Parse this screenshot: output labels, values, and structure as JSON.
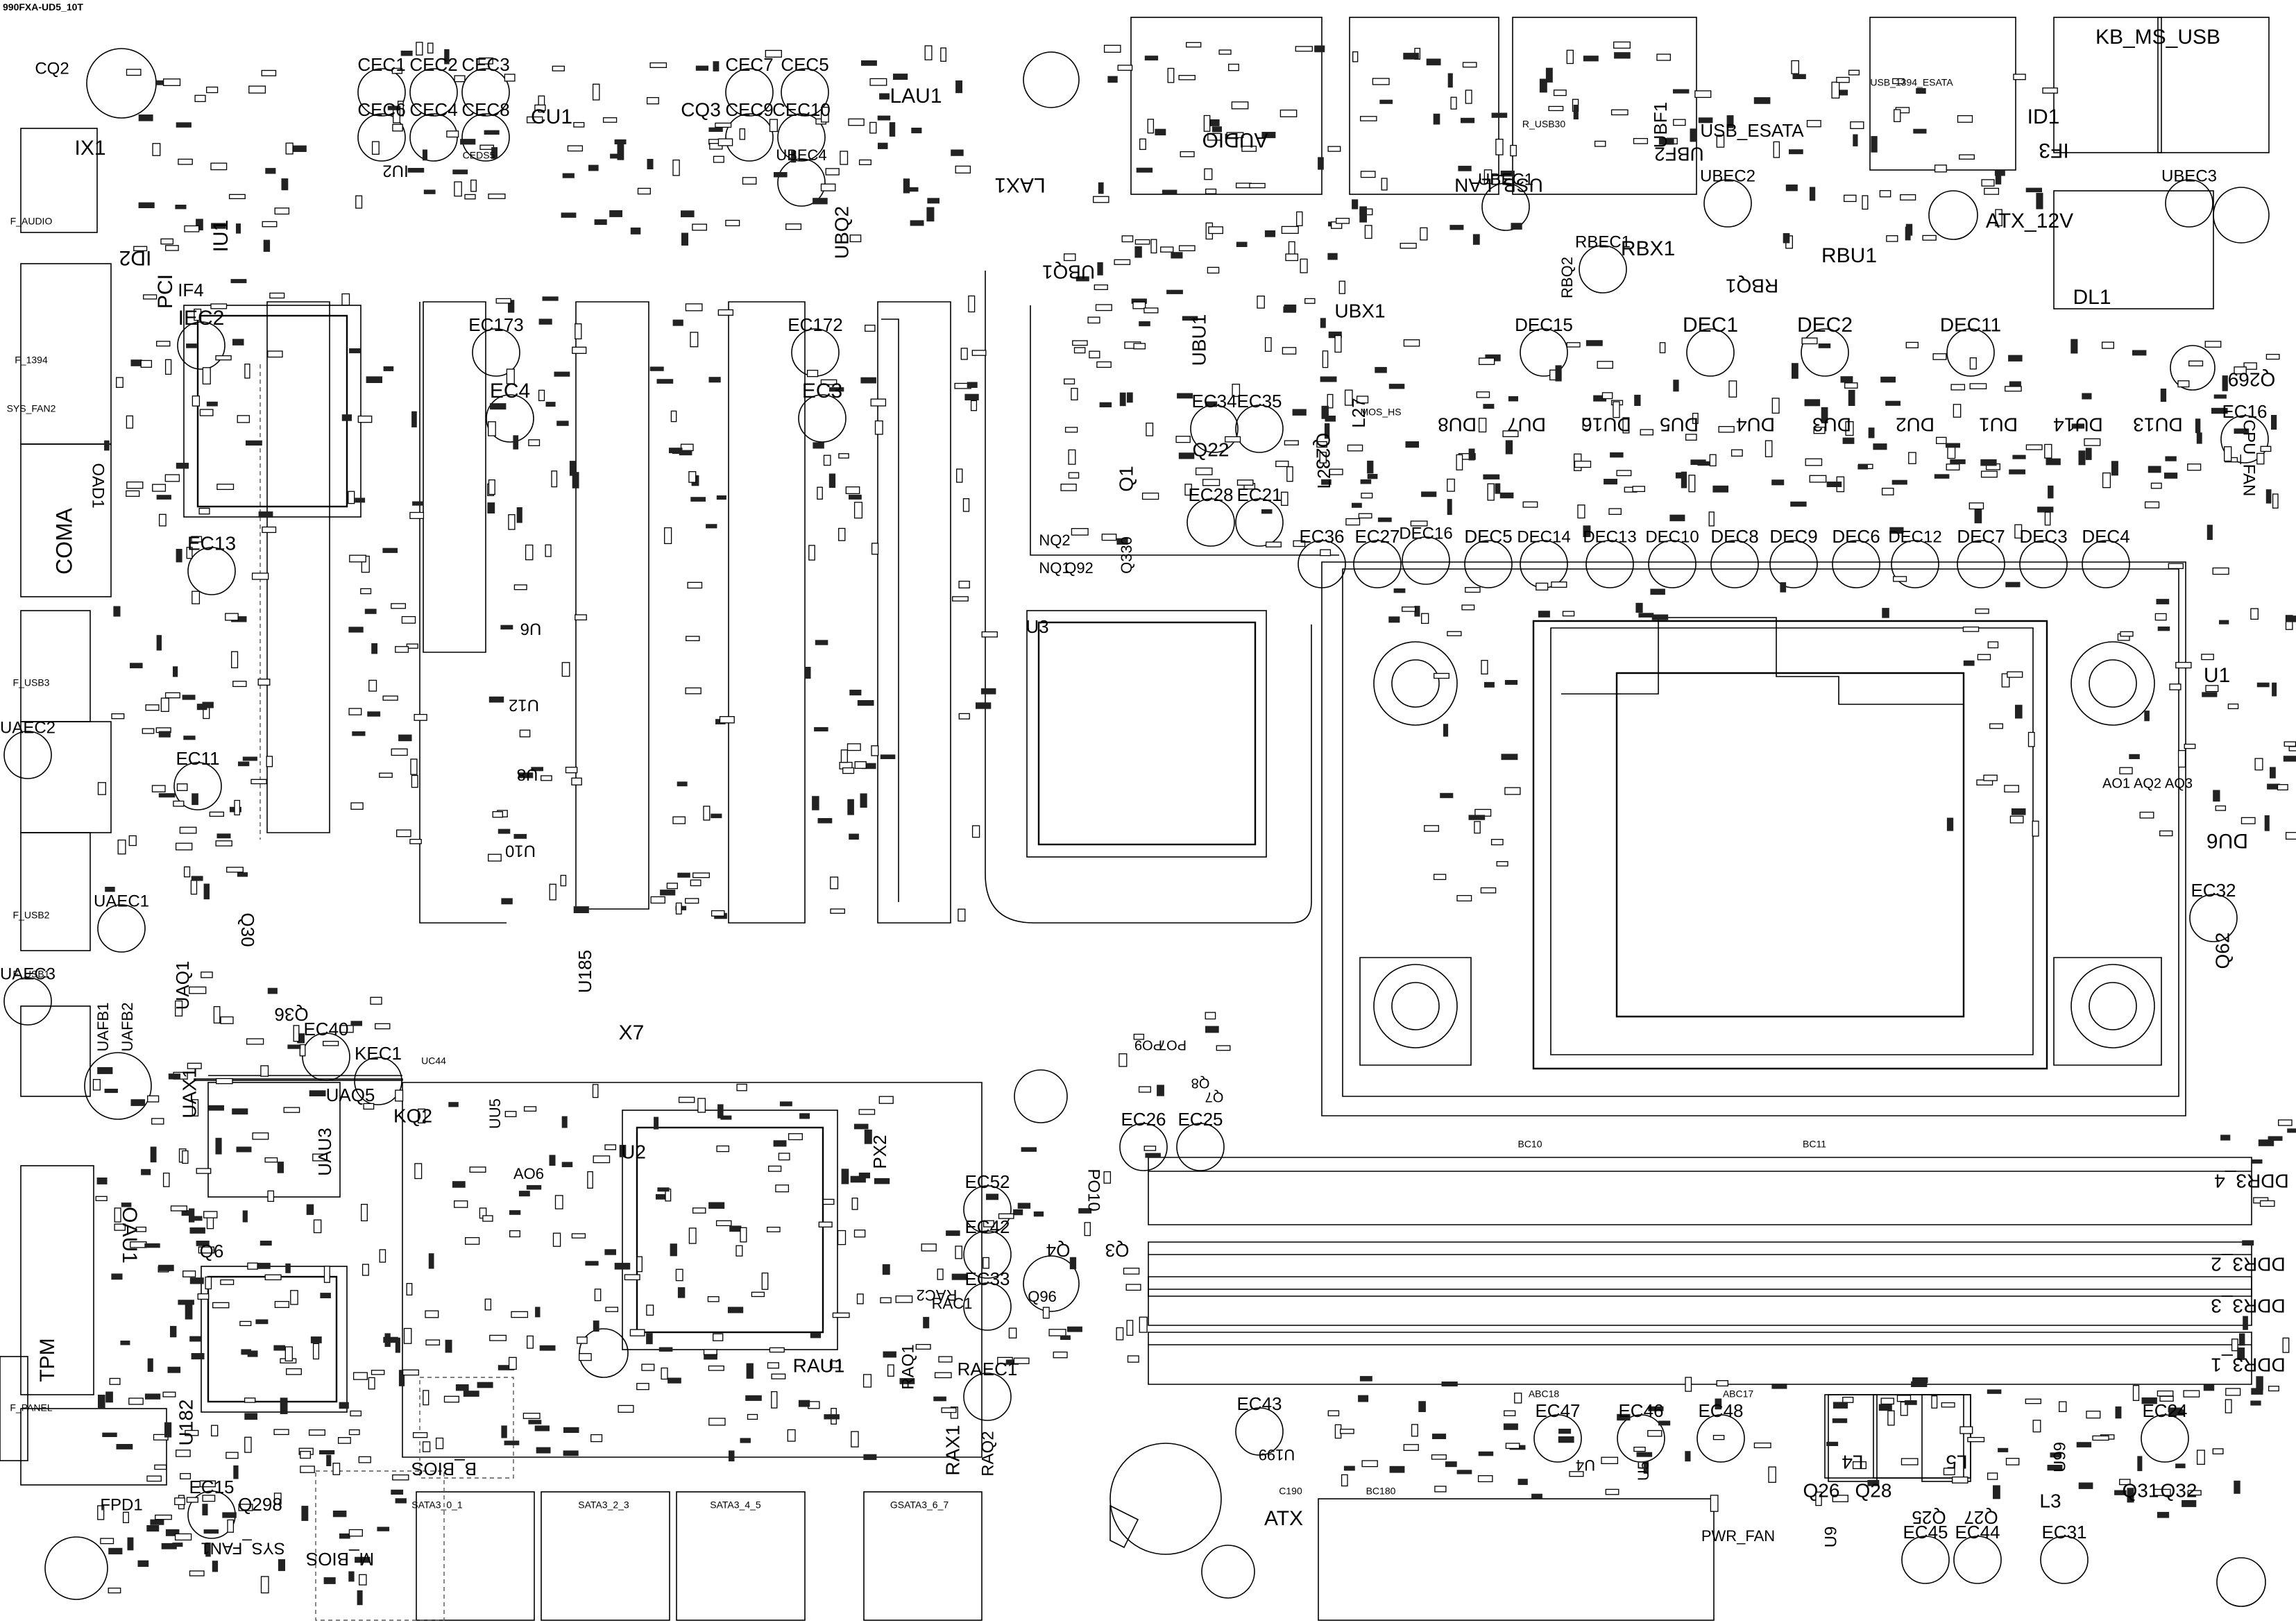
{
  "board_title": "990FXA-UD5_10T",
  "big_labels": [
    "CQ2",
    "IX1",
    "IU1",
    "IU2",
    "CEC1",
    "CEC2",
    "CEC3",
    "CEC6",
    "CEC4",
    "CEC8",
    "CU1",
    "CQ3",
    "CEC7",
    "CEC5",
    "CEC9",
    "CEC10",
    "LAU1",
    "LAX1",
    "UBEC4",
    "UBQ2",
    "AUDIO",
    "USB_LAN",
    "UBEC1",
    "UBF1",
    "UBF2",
    "USB_ESATA",
    "UBEC2",
    "ID1",
    "IF3",
    "KB_MS_USB",
    "UBEC3",
    "ATX_12V",
    "DL1",
    "RBEC1",
    "RBX1",
    "RBU1",
    "RBQ1",
    "RBQ2",
    "UBX1",
    "UBQ1",
    "UBU1",
    "DEC15",
    "DEC1",
    "DEC2",
    "DEC11",
    "ID2",
    "PCI",
    "IF4",
    "IEC2",
    "EC173",
    "EC172",
    "EC4",
    "EC3",
    "EC34",
    "EC35",
    "Q22",
    "Q23",
    "L27",
    "L2",
    "EC28",
    "EC21",
    "Q1",
    "Q330",
    "DU8",
    "DU7",
    "DU16",
    "DU5",
    "DU4",
    "DU3",
    "DU2",
    "DU1",
    "DU14",
    "DU13",
    "Q269",
    "EC16",
    "CPU_FAN",
    "COMA",
    "OAD1",
    "EC13",
    "EC36",
    "EC27",
    "DEC16",
    "DEC5",
    "DEC14",
    "DEC13",
    "DEC10",
    "DEC8",
    "DEC9",
    "DEC6",
    "DEC12",
    "DEC7",
    "DEC3",
    "DEC4",
    "NQ2",
    "NQ1",
    "Q92",
    "U3",
    "U1",
    "U6",
    "U12",
    "U8",
    "U10",
    "UAEC2",
    "EC11",
    "AO1",
    "AQ2",
    "AQ3",
    "DU6",
    "EC32",
    "Q62",
    "UAEC1",
    "UAEC3",
    "Q30",
    "UAQ1",
    "UAFB1",
    "UAFB2",
    "Q36",
    "U185",
    "X7",
    "EC40",
    "KEC1",
    "UAX1",
    "UAQ5",
    "UAU3",
    "KQ2",
    "UU5",
    "PX2",
    "U2",
    "AO6",
    "Q7",
    "Q8",
    "PO7",
    "PO9",
    "EC26",
    "EC25",
    "EC52",
    "PO10",
    "EC42",
    "Q4",
    "Q3",
    "DDR3_4",
    "DDR3_2",
    "DDR3_3",
    "DDR3_1",
    "OAU1",
    "Q6",
    "EC33",
    "Q96",
    "RAC1",
    "RAC2",
    "RAQ1",
    "RAEC1",
    "RAU1",
    "RAX1",
    "RAQ2",
    "TPM",
    "U182",
    "FPD1",
    "EC15",
    "Q298",
    "SYS_FAN1",
    "B_BIOS",
    "M_BIOS",
    "EC43",
    "U199",
    "ATX",
    "EC47",
    "EC46",
    "EC48",
    "U4",
    "U5",
    "L4",
    "L5",
    "U99",
    "EC24",
    "Q26",
    "Q28",
    "Q25",
    "Q27",
    "L3",
    "Q31",
    "Q32",
    "PWR_FAN",
    "U9",
    "EC45",
    "EC44",
    "EC31"
  ],
  "connector_labels": [
    "SATA3_0_1",
    "SATA3_2_3",
    "SATA3_4_5",
    "GSATA3_6_7",
    "R_USB30",
    "USB_1394_ESATA",
    "F_1394",
    "SYS_FAN2",
    "F_USB3",
    "F_USB2",
    "F_USB1",
    "F_PANEL",
    "F_AUDIO",
    "MOS_HS",
    "CEDS5",
    "UC44",
    "BC10",
    "BC11",
    "ABC18",
    "ABC17",
    "C190",
    "BC180"
  ]
}
